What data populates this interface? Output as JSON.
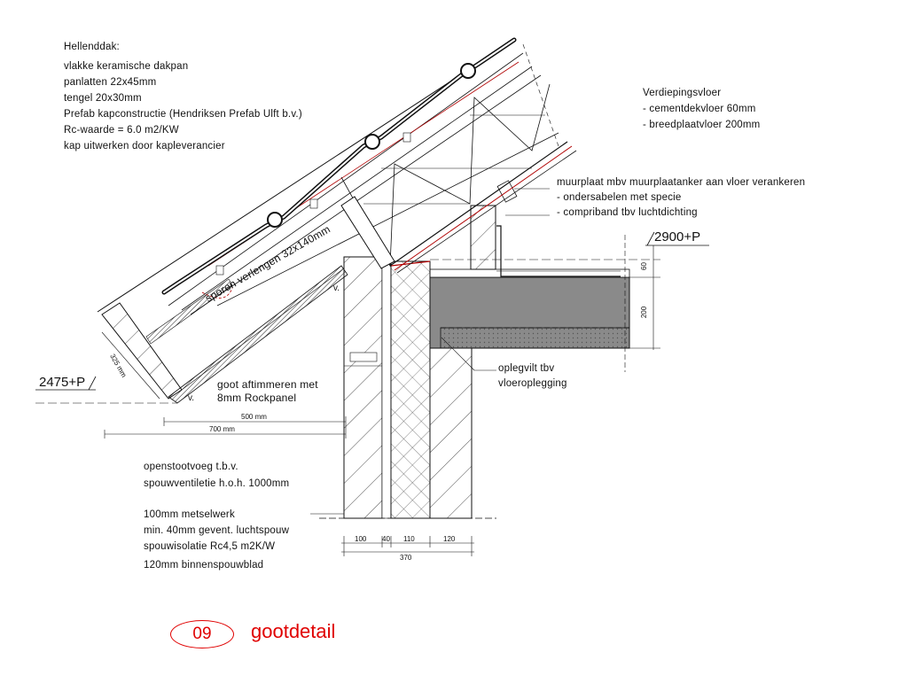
{
  "roof_notes": {
    "heading": "Hellenddak:",
    "lines": [
      "vlakke keramische dakpan",
      "panlatten 22x45mm",
      "tengel 20x30mm",
      "Prefab kapconstructie  (Hendriksen Prefab Ulft b.v.)",
      "Rc-waarde = 6.0 m2/KW",
      "kap uitwerken door kapleverancier"
    ]
  },
  "floor_notes": {
    "heading": "Verdiepingsvloer",
    "lines": [
      "- cementdekvloer 60mm",
      "- breedplaatvloer 200mm"
    ]
  },
  "wallplate_notes": {
    "lines": [
      "muurplaat mbv muurplaatanker aan vloer verankeren",
      "- ondersabelen met specie",
      "- compriband tbv luchtdichting"
    ]
  },
  "level_floor": "2900+P",
  "level_gutter": "2475+P",
  "rafter_label": "sporen verlengen 32x140mm",
  "gutter_label": "325 mm",
  "gutter_notes": [
    "goot aftimmeren met",
    "8mm Rockpanel"
  ],
  "support_notes": [
    "oplegvilt tbv",
    "vloeroplegging"
  ],
  "cavity_notes_1": [
    "openstootvoeg t.b.v.",
    "spouwventiletie h.o.h. 1000mm"
  ],
  "cavity_notes_2": [
    "100mm metselwerk",
    "min. 40mm gevent. luchtspouw",
    "spouwisolatie Rc4,5 m2K/W",
    "120mm binnenspouwblad"
  ],
  "dims": {
    "overhang_500": "500 mm",
    "overhang_700": "700 mm",
    "floor_60": "60",
    "floor_200": "200",
    "wall_100": "100",
    "wall_40": "40",
    "wall_110": "110",
    "wall_120": "120",
    "wall_total": "370"
  },
  "v_marks": [
    "v.",
    "v."
  ],
  "title": {
    "number": "09",
    "text": "gootdetail"
  },
  "colors": {
    "title_red": "#e00000",
    "line": "#111111",
    "concrete": "#8a8a8a",
    "insulation_red": "#b00000"
  }
}
